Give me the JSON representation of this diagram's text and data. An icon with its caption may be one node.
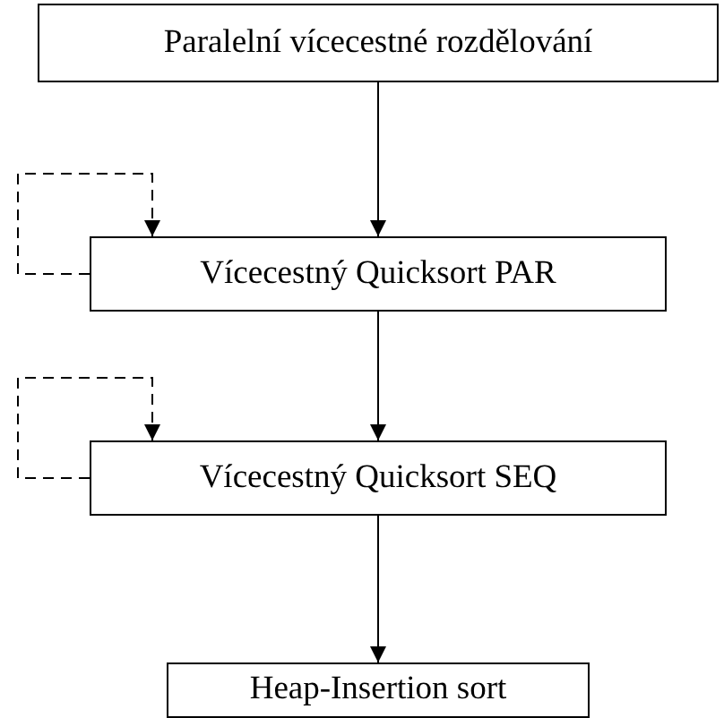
{
  "diagram": {
    "nodes": [
      {
        "text": [
          "Paralelní vícecestné rozdělování"
        ]
      },
      {
        "text": [
          "Vícecestný Quicksort PAR"
        ]
      },
      {
        "text": [
          "Vícecestný Quicksort SEQ"
        ]
      },
      {
        "text": [
          "Heap-Insertion sort"
        ]
      }
    ],
    "edges": [
      {
        "from": 0,
        "to": 1,
        "arrow": "to"
      },
      {
        "from": 1,
        "to": 1,
        "arrow": "to",
        "style": "dashed"
      },
      {
        "from": 1,
        "to": 2,
        "arrow": "to"
      },
      {
        "from": 2,
        "to": 2,
        "arrow": "to",
        "style": "dashed"
      },
      {
        "from": 2,
        "to": 3,
        "arrow": "to"
      }
    ]
  }
}
